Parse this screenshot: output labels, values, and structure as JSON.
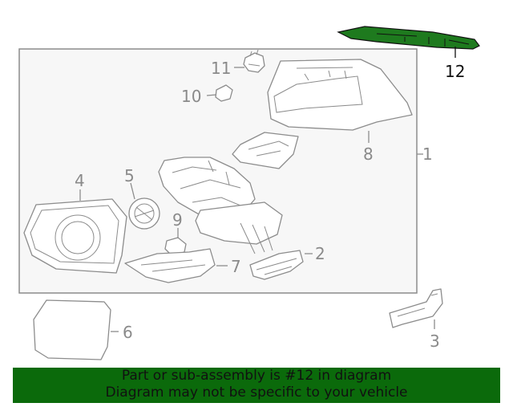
{
  "diagram": {
    "highlight_color": "#1e7a1e",
    "callouts": [
      {
        "id": "1",
        "label": "1"
      },
      {
        "id": "2",
        "label": "2"
      },
      {
        "id": "3",
        "label": "3"
      },
      {
        "id": "4",
        "label": "4"
      },
      {
        "id": "5",
        "label": "5"
      },
      {
        "id": "6",
        "label": "6"
      },
      {
        "id": "7",
        "label": "7"
      },
      {
        "id": "8",
        "label": "8"
      },
      {
        "id": "9",
        "label": "9"
      },
      {
        "id": "10",
        "label": "10"
      },
      {
        "id": "11",
        "label": "11"
      },
      {
        "id": "12",
        "label": "12",
        "highlighted": true
      }
    ]
  },
  "banner": {
    "line1": "Part or sub-assembly is #12 in diagram",
    "line2": "Diagram may not be specific to your vehicle",
    "background": "#0b6a0b"
  }
}
